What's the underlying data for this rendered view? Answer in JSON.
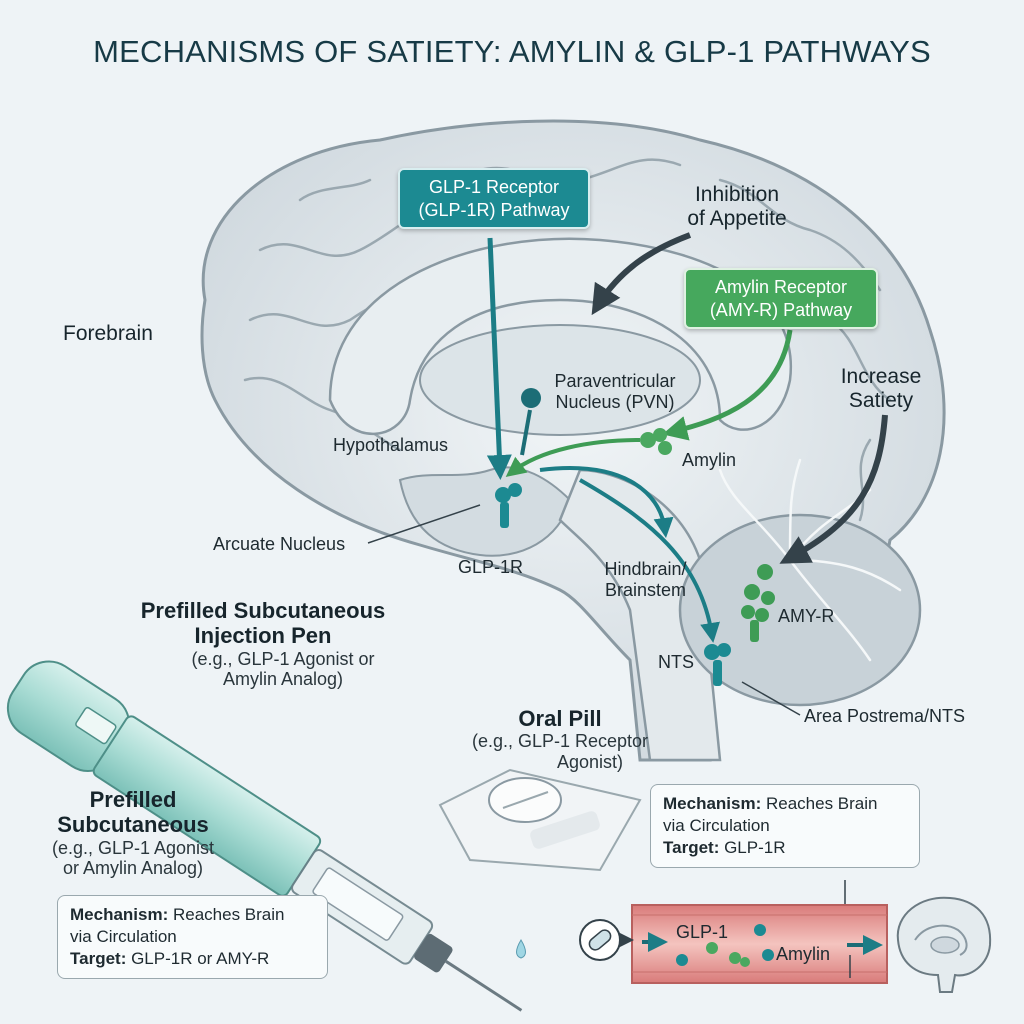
{
  "title": "MECHANISMS OF SATIETY: AMYLIN & GLP-1 PATHWAYS",
  "boxes": {
    "glp1_pathway": {
      "line1": "GLP-1 Receptor",
      "line2": "(GLP-1R) Pathway"
    },
    "amylin_pathway": {
      "line1": "Amylin Receptor",
      "line2": "(AMY-R) Pathway"
    }
  },
  "brain_labels": {
    "forebrain": "Forebrain",
    "inhibition_line1": "Inhibition",
    "inhibition_line2": "of Appetite",
    "increase_line1": "Increase",
    "increase_line2": "Satiety",
    "pvn_line1": "Paraventricular",
    "pvn_line2": "Nucleus (PVN)",
    "hypothalamus": "Hypothalamus",
    "amylin": "Amylin",
    "arcuate": "Arcuate Nucleus",
    "glp1r": "GLP-1R",
    "hindbrain_line1": "Hindbrain/",
    "hindbrain_line2": "Brainstem",
    "amyr": "AMY-R",
    "nts": "NTS",
    "area_postrema": "Area Postrema/NTS"
  },
  "pen": {
    "heading_line1": "Prefilled Subcutaneous",
    "heading_line2": "Injection Pen",
    "sub_line1": "(e.g., GLP-1 Agonist or",
    "sub_line2": "Amylin Analog)",
    "heading2_line1": "Prefilled",
    "heading2_line2": "Subcutaneous",
    "sub2_line1": "(e.g., GLP-1 Agonist",
    "sub2_line2": "or Amylin Analog)",
    "mech_label": "Mechanism:",
    "mech_value": " Reaches Brain",
    "mech_value2": "via Circulation",
    "target_label": "Target:",
    "target_value": " GLP-1R or AMY-R"
  },
  "pill": {
    "heading": "Oral Pill",
    "sub_line1": "(e.g., GLP-1 Receptor",
    "sub_line2": "Agonist)",
    "mech_label": "Mechanism:",
    "mech_value": " Reaches Brain",
    "mech_value2": "via Circulation",
    "target_label": "Target:",
    "target_value": " GLP-1R"
  },
  "vessel": {
    "glp1": "GLP-1",
    "amylin": "Amylin"
  },
  "colors": {
    "teal": "#1c8a92",
    "green": "#46a85d",
    "brain": "#dfe6ea",
    "vessel": "#e9a3a0"
  }
}
